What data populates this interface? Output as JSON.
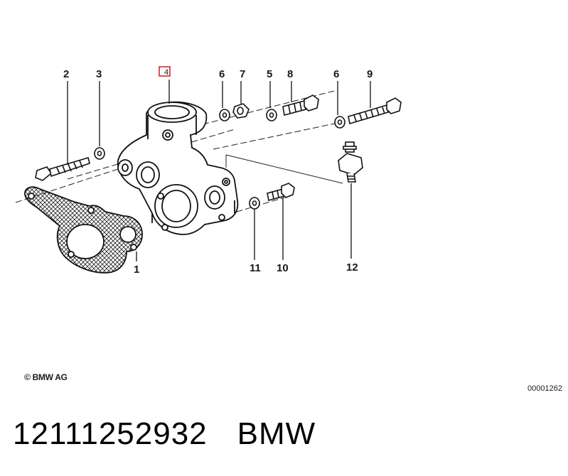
{
  "diagram": {
    "callouts": [
      {
        "id": "c1",
        "label": "1"
      },
      {
        "id": "c2",
        "label": "2"
      },
      {
        "id": "c3",
        "label": "3"
      },
      {
        "id": "c4",
        "label": "4"
      },
      {
        "id": "c5",
        "label": "5"
      },
      {
        "id": "c6a",
        "label": "6"
      },
      {
        "id": "c6b",
        "label": "6"
      },
      {
        "id": "c7",
        "label": "7"
      },
      {
        "id": "c8",
        "label": "8"
      },
      {
        "id": "c9",
        "label": "9"
      },
      {
        "id": "c10",
        "label": "10"
      },
      {
        "id": "c11",
        "label": "11"
      },
      {
        "id": "c12",
        "label": "12"
      }
    ],
    "highlighted_callout": "4",
    "highlight_color": "#d62a2a",
    "copyright": "© BMW AG",
    "drawing_number": "00001262"
  },
  "caption": {
    "part_number": "12111252932",
    "brand": "BMW"
  }
}
